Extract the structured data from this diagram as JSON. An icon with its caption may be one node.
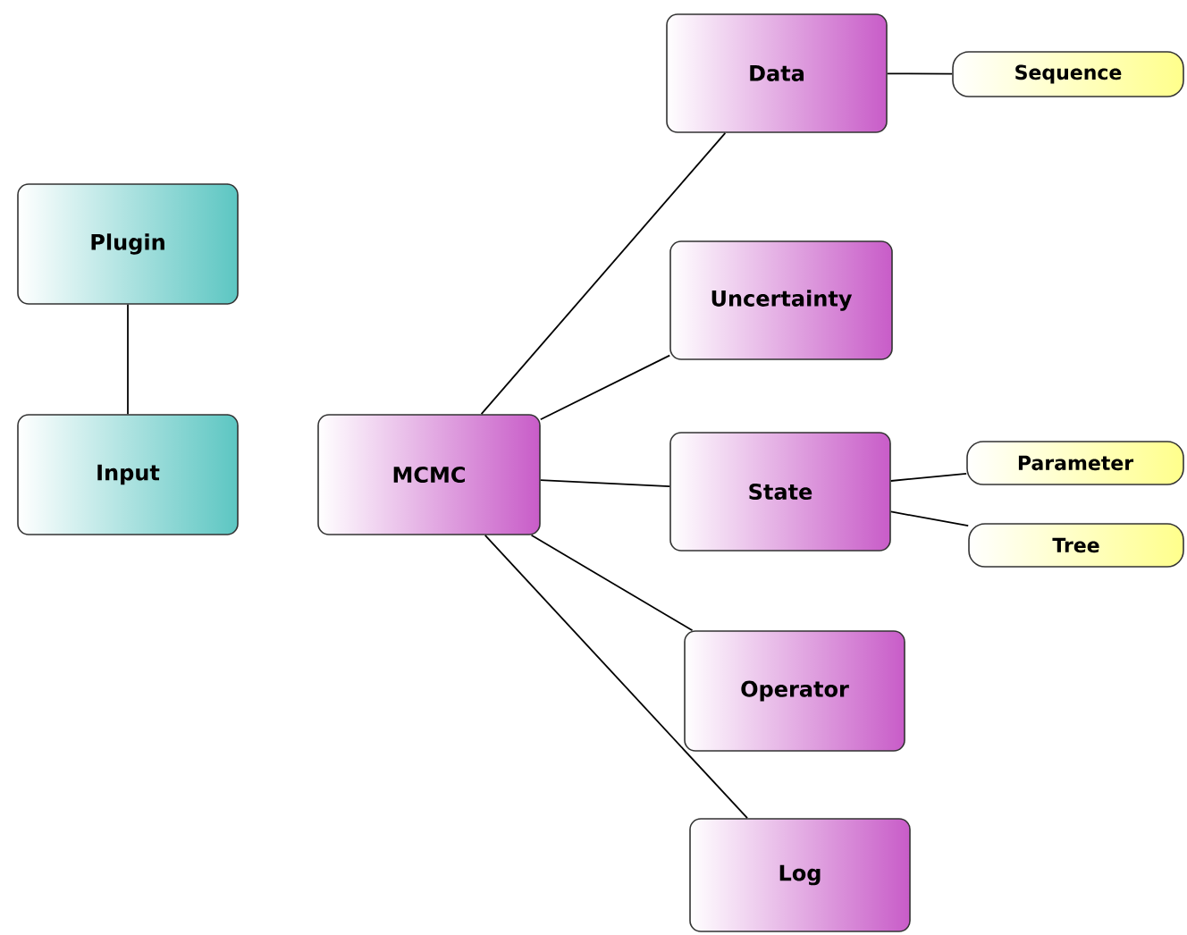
{
  "diagram": {
    "nodes": [
      {
        "text": [
          "Plugin"
        ]
      },
      {
        "text": [
          "Input"
        ]
      },
      {
        "text": [
          "MCMC"
        ]
      },
      {
        "text": [
          "Data"
        ]
      },
      {
        "text": [
          "Uncertainty"
        ]
      },
      {
        "text": [
          "State"
        ]
      },
      {
        "text": [
          "Operator"
        ]
      },
      {
        "text": [
          "Log"
        ]
      },
      {
        "text": [
          "Sequence"
        ]
      },
      {
        "text": [
          "Parameter"
        ]
      },
      {
        "text": [
          "Tree"
        ]
      }
    ],
    "edges": [
      {
        "from": 0,
        "to": 1,
        "arrow": "none"
      },
      {
        "from": 2,
        "to": 3,
        "arrow": "none"
      },
      {
        "from": 2,
        "to": 4,
        "arrow": "none"
      },
      {
        "from": 2,
        "to": 5,
        "arrow": "none"
      },
      {
        "from": 2,
        "to": 6,
        "arrow": "none"
      },
      {
        "from": 2,
        "to": 7,
        "arrow": "none"
      },
      {
        "from": 3,
        "to": 8,
        "arrow": "none"
      },
      {
        "from": 5,
        "to": 9,
        "arrow": "none"
      },
      {
        "from": 5,
        "to": 10,
        "arrow": "none"
      }
    ]
  }
}
